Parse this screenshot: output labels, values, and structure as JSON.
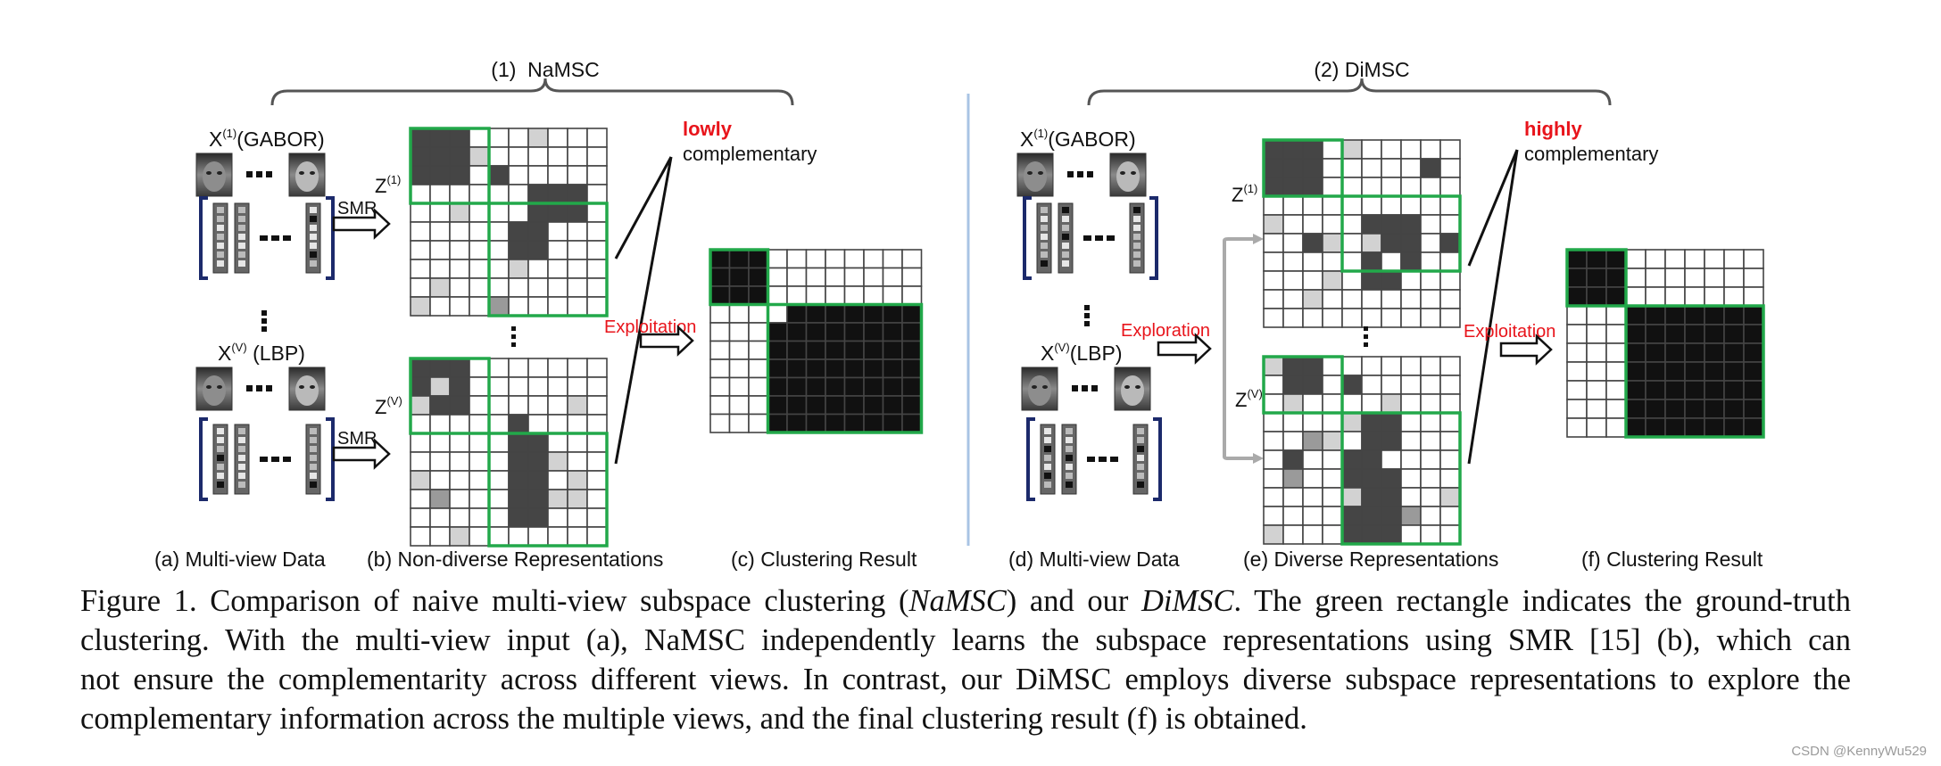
{
  "left_panel": {
    "title": "(1)  NaMSC",
    "view1_label": "X",
    "view1_sup": "(1)",
    "view1_suffix": "(GABOR)",
    "viewV_label": "X",
    "viewV_sup": "(V)",
    "viewV_suffix": " (LBP)",
    "smr_label": "SMR",
    "z1_label": "Z",
    "z1_sup": "(1)",
    "zV_label": "Z",
    "zV_sup": "(V)",
    "annotation_red": "lowly",
    "annotation_black": "complementary",
    "exploitation_label": "Exploitation",
    "caption_a": "(a) Multi-view Data",
    "caption_b": "(b) Non-diverse Representations",
    "caption_c": "(c) Clustering Result"
  },
  "right_panel": {
    "title": "(2) DiMSC",
    "view1_label": "X",
    "view1_sup": "(1)",
    "view1_suffix": "(GABOR)",
    "viewV_label": "X",
    "viewV_sup": "(V)",
    "viewV_suffix": "(LBP)",
    "z1_label": "Z",
    "z1_sup": "(1)",
    "zV_label": "Z",
    "zV_sup": "(V)",
    "exploration_label": "Exploration",
    "annotation_red": "highly",
    "annotation_black": "complementary",
    "exploitation_label": "Exploitation",
    "caption_d": "(d) Multi-view Data",
    "caption_e": "(e) Diverse Representations",
    "caption_f": "(f) Clustering Result"
  },
  "caption": {
    "line1_a": "Figure 1. Comparison of naive multi-view subspace clustering (",
    "line1_b": "NaMSC",
    "line1_c": ") and our ",
    "line1_d": "DiMSC",
    "line1_e": ". The green rectangle indicates the ground-truth",
    "line2": "clustering.  With the multi-view input (a), NaMSC independently learns the subspace representations using SMR [15] (b), which can",
    "line3": "not ensure the complementarity across different views.  In contrast, our DiMSC employs diverse subspace representations to explore the",
    "line4": "complementary information across the multiple views, and the final clustering result (f) is obtained."
  },
  "watermark": "CSDN @KennyWu529",
  "colors": {
    "green": "#22a84a",
    "red": "#e8141b",
    "navy": "#1c2a6b",
    "divider": "#a9c4e4",
    "dark_cell": "#454545",
    "black_cell": "#111111",
    "light_cell": "#d2d2d2"
  }
}
